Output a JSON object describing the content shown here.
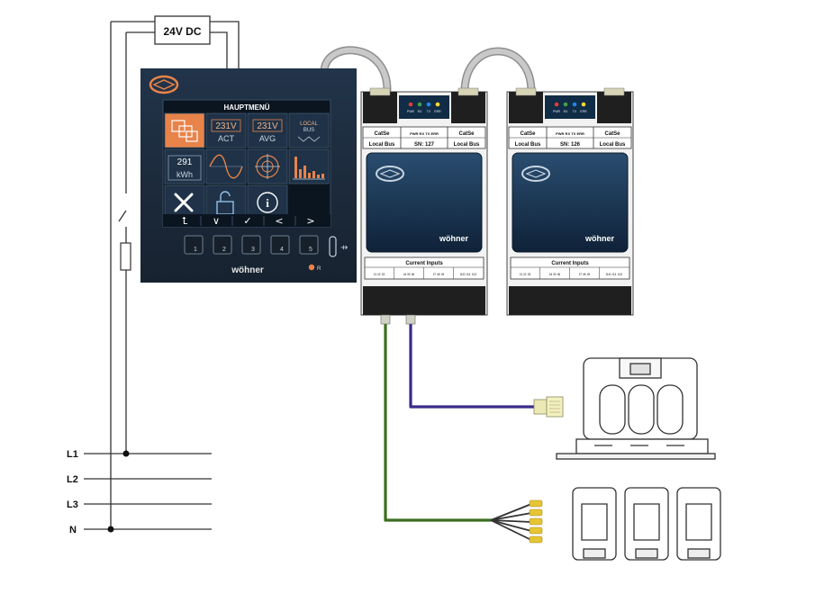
{
  "power": {
    "label": "24V DC"
  },
  "display": {
    "title": "HAUPTMENÜ",
    "tiles": [
      {
        "name": "menu-tile-overview",
        "lines": []
      },
      {
        "name": "menu-tile-actual",
        "lines": [
          "231V",
          "ACT"
        ]
      },
      {
        "name": "menu-tile-average",
        "lines": [
          "231V",
          "AVG"
        ]
      },
      {
        "name": "menu-tile-local-bus",
        "lines": [
          "LOCAL",
          "BUS"
        ]
      },
      {
        "name": "menu-tile-energy",
        "lines": [
          "291",
          "kWh"
        ]
      },
      {
        "name": "menu-tile-waveform",
        "lines": []
      },
      {
        "name": "menu-tile-phasor",
        "lines": []
      },
      {
        "name": "menu-tile-harmonics",
        "lines": []
      },
      {
        "name": "menu-tile-settings",
        "lines": []
      },
      {
        "name": "menu-tile-unlock",
        "lines": []
      },
      {
        "name": "menu-tile-info",
        "lines": []
      }
    ],
    "nav_glyphs": [
      "⮤",
      "∨",
      "✓",
      "<",
      ">"
    ],
    "buttons": [
      "1",
      "2",
      "3",
      "4",
      "5"
    ],
    "brand": "wöhner",
    "led_label": "R"
  },
  "modules": [
    {
      "leds": [
        "PWR",
        "RX",
        "TX",
        "ERR"
      ],
      "left_label": [
        "CatSe",
        "Local Bus"
      ],
      "mid_label": [
        "PWR RX TX ERR",
        "SN: 127"
      ],
      "right_label": [
        "CatSe",
        "Local Bus"
      ],
      "brand": "wöhner",
      "inputs_title": "Current Inputs",
      "inputs": [
        "I1 I2 I3",
        "I4 I5 I6",
        "I7 I8 I9",
        "I10 I11 I12"
      ]
    },
    {
      "leds": [
        "PWR",
        "RX",
        "TX",
        "ERR"
      ],
      "left_label": [
        "CatSe",
        "Local Bus"
      ],
      "mid_label": [
        "PWR RX TX ERR",
        "SN: 126"
      ],
      "right_label": [
        "CatSe",
        "Local Bus"
      ],
      "brand": "wöhner",
      "inputs_title": "Current Inputs",
      "inputs": [
        "I1 I2 I3",
        "I4 I5 I6",
        "I7 I8 I9",
        "I10 I11 I12"
      ]
    }
  ],
  "lines": [
    "L1",
    "L2",
    "L3",
    "N"
  ],
  "colors": {
    "panel": "#1d2b3c",
    "screen": "#0b1520",
    "accent_orange": "#e8834a",
    "module_body": "#f2f2f2",
    "module_face": "#17324f",
    "cable_grey": "#b9b9b9",
    "cable_green": "#3c6e1f",
    "cable_purple": "#3b2a8a"
  }
}
